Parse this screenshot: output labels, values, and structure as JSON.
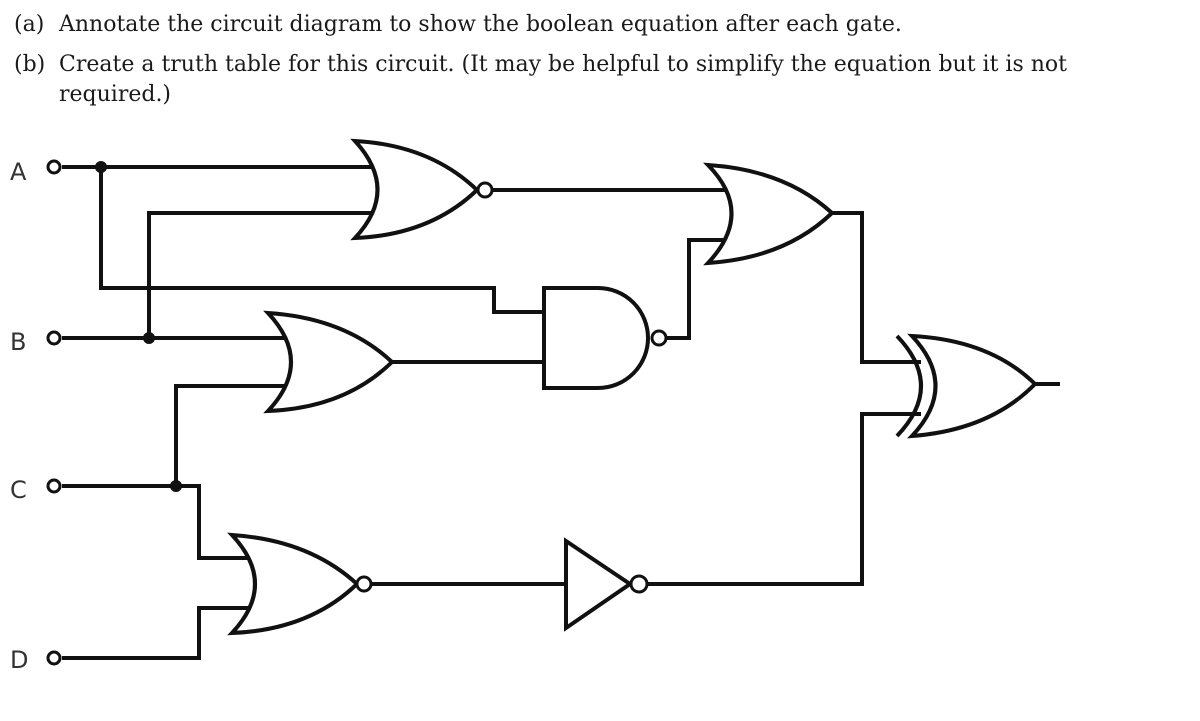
{
  "questions": {
    "a": {
      "label": "(a)",
      "text": "Annotate the circuit diagram to show the boolean equation after each gate."
    },
    "b": {
      "label": "(b)",
      "text_line1": "Create a truth table for this circuit.  (It may be helpful to simplify the equation but it is not",
      "text_line2": "required.)"
    }
  },
  "circuit": {
    "inputs": [
      "A",
      "B",
      "C",
      "D"
    ],
    "gates": [
      {
        "id": "g1",
        "type": "NOR",
        "inputs": [
          "A",
          "B"
        ]
      },
      {
        "id": "g2",
        "type": "OR",
        "inputs": [
          "B",
          "C"
        ]
      },
      {
        "id": "g3",
        "type": "NAND",
        "inputs": [
          "A",
          "g2"
        ]
      },
      {
        "id": "g4",
        "type": "NOR",
        "inputs": [
          "C",
          "D"
        ]
      },
      {
        "id": "g5",
        "type": "NOT",
        "inputs": [
          "g4"
        ]
      },
      {
        "id": "g6",
        "type": "OR",
        "inputs": [
          "g1",
          "g3"
        ]
      },
      {
        "id": "g7",
        "type": "XOR",
        "inputs": [
          "g6",
          "g5"
        ]
      }
    ]
  }
}
